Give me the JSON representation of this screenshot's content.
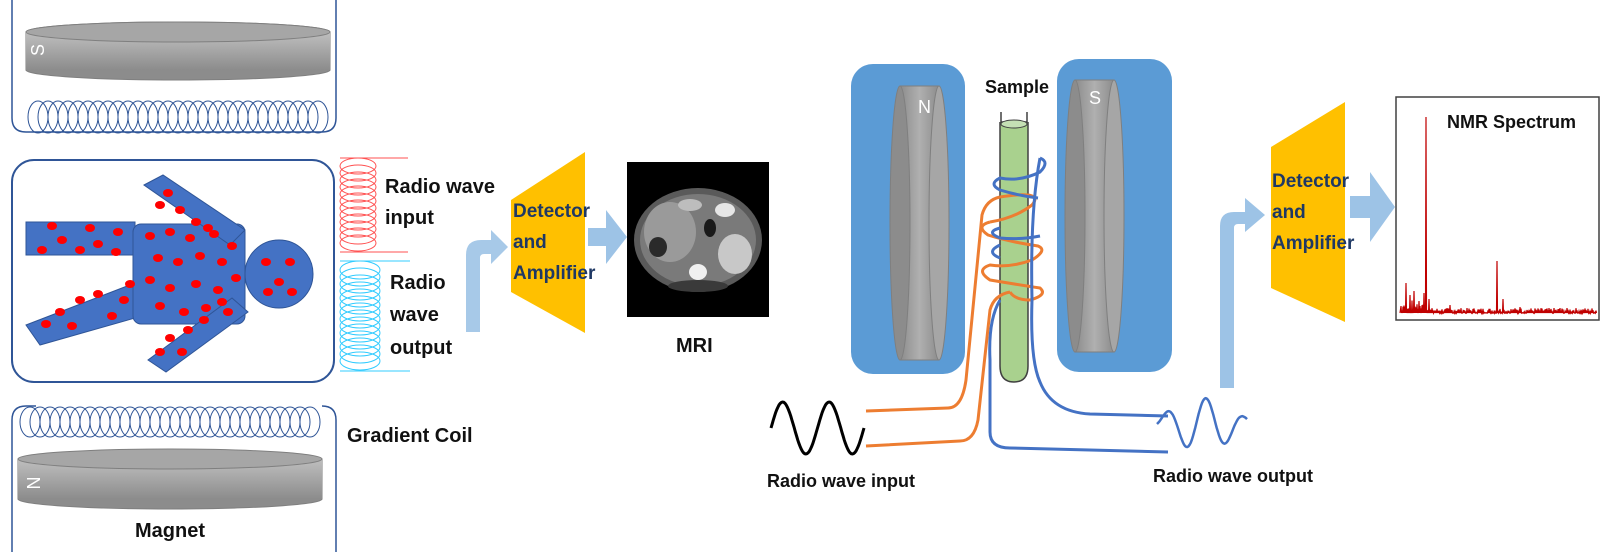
{
  "mri": {
    "radio_wave_input_line1": "Radio wave",
    "radio_wave_input_line2": "input",
    "radio_wave_output_line1": "Radio",
    "radio_wave_output_line2": "wave",
    "radio_wave_output_line3": "output",
    "detector_line1": "Detector",
    "detector_line2": "and",
    "detector_line3": "Amplifier",
    "image_label": "MRI",
    "gradient_coil_label": "Gradient Coil",
    "magnet_label": "Magnet",
    "top_pole": "S",
    "bottom_pole": "N"
  },
  "nmr": {
    "sample_label": "Sample",
    "north_pole": "N",
    "south_pole": "S",
    "radio_wave_input_label": "Radio wave input",
    "radio_wave_output_label": "Radio wave output",
    "detector_line1": "Detector",
    "detector_line2": "and",
    "detector_line3": "Amplifier",
    "spectrum_title": "NMR Spectrum"
  },
  "colors": {
    "magnet_fill": "#a6a6a6",
    "blue_block": "#5b9bd5",
    "body_fill": "#4472c4",
    "dot_red": "#ff0000",
    "amplifier": "#ffc000",
    "arrow_light": "#9dc3e6",
    "input_coil": "#ff5050",
    "output_coil": "#33ccff",
    "orange_wire": "#ed7d31",
    "blue_wire": "#4472c4",
    "tube_fill": "#a9d18e",
    "spectrum_line": "#c00000"
  },
  "icons": [
    "magnet-icon",
    "coil-icon",
    "human-body-icon",
    "arrow-icon",
    "amplifier-icon",
    "sine-wave-icon",
    "test-tube-icon"
  ]
}
